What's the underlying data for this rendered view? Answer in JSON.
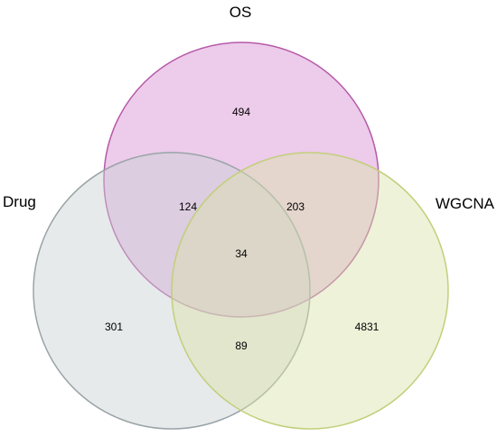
{
  "venn": {
    "sets": [
      {
        "key": "os",
        "label": "OS",
        "fill": "#d68bd2",
        "stroke": "#b55aa8"
      },
      {
        "key": "drug",
        "label": "Drug",
        "fill": "#c9d0d2",
        "stroke": "#9aa4a8"
      },
      {
        "key": "wgcna",
        "label": "WGCNA",
        "fill": "#d9e2a8",
        "stroke": "#c2cf7a"
      }
    ],
    "regions": {
      "os_only": "494",
      "drug_only": "301",
      "wgcna_only": "4831",
      "os_drug": "124",
      "os_wgcna": "203",
      "drug_wgcna": "89",
      "all_three": "34"
    }
  }
}
